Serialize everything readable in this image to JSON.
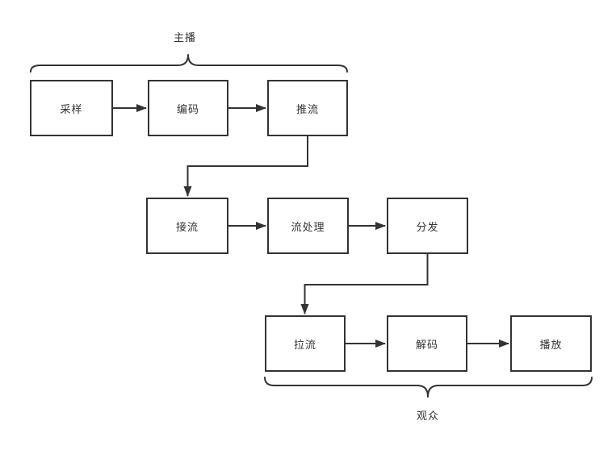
{
  "nodes": [
    {
      "id": "sampling",
      "label": "采样"
    },
    {
      "id": "encoding",
      "label": "编码"
    },
    {
      "id": "push-stream",
      "label": "推流"
    },
    {
      "id": "ingest",
      "label": "接流"
    },
    {
      "id": "stream-processing",
      "label": "流处理"
    },
    {
      "id": "distribution",
      "label": "分发"
    },
    {
      "id": "pull-stream",
      "label": "拉流"
    },
    {
      "id": "decoding",
      "label": "解码"
    },
    {
      "id": "playback",
      "label": "播放"
    }
  ],
  "groups": {
    "host": {
      "label": "主播"
    },
    "audience": {
      "label": "观众"
    }
  },
  "colors": {
    "line": "#333333",
    "text": "#333333",
    "background": "#ffffff",
    "box": "#ffffff"
  }
}
